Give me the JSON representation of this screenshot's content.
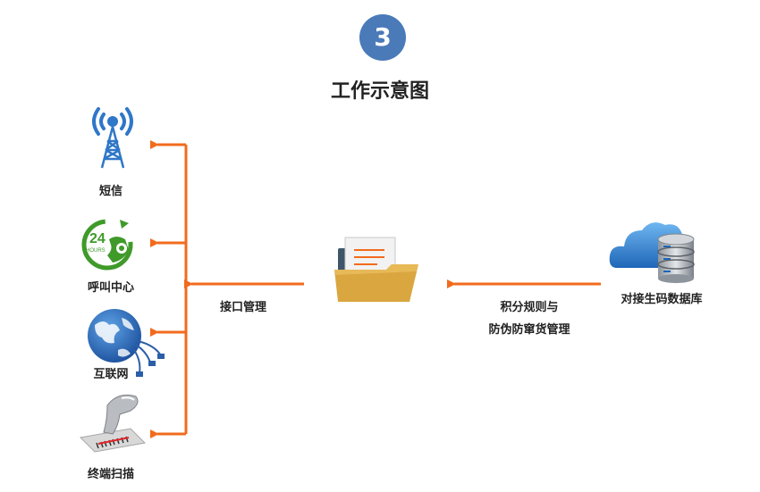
{
  "step_number": "3",
  "title": "工作示意图",
  "left_channels": [
    {
      "label": "短信",
      "icon": "signal-tower-icon"
    },
    {
      "label": "呼叫中心",
      "icon": "call-center-24h-icon"
    },
    {
      "label": "互联网",
      "icon": "globe-network-icon"
    },
    {
      "label": "终端扫描",
      "icon": "barcode-scanner-icon"
    }
  ],
  "center": {
    "icon": "folder-document-icon",
    "label": "接口管理"
  },
  "right": {
    "icon": "cloud-database-icon",
    "label": "对接生码数据库"
  },
  "right_arrow_label": [
    "积分规则与",
    "防伪防窜货管理"
  ],
  "colors": {
    "arrow": "#f26b1d",
    "badge": "#4a7ab8",
    "tower": "#2f77c8",
    "call_center": "#3f9a2a",
    "folder": "#d9a640"
  }
}
